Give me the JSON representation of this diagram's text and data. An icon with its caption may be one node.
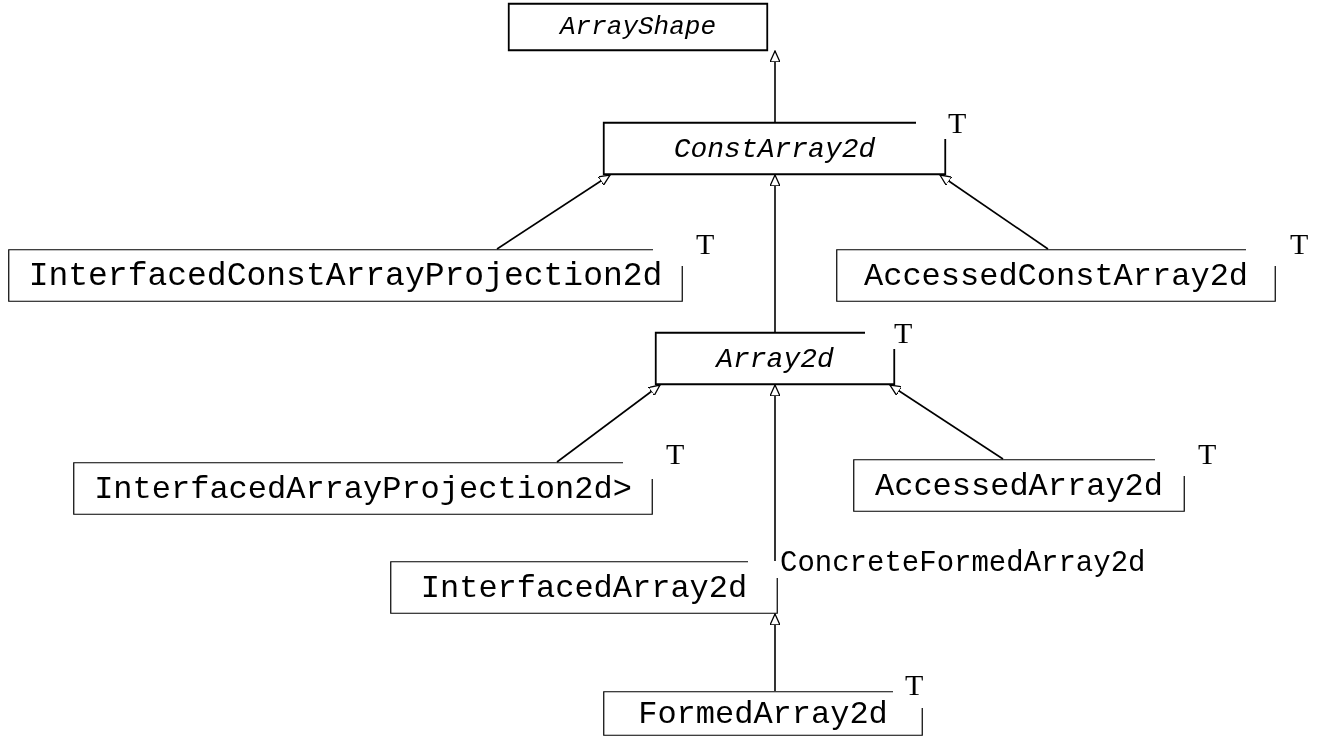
{
  "diagram": {
    "nodes": [
      {
        "text": [
          "ArrayShape"
        ]
      },
      {
        "text": [
          "ConstArray2d"
        ],
        "beside": [
          "T"
        ]
      },
      {
        "text": [
          "InterfacedConstArrayProjection2d"
        ],
        "beside": [
          "T"
        ]
      },
      {
        "text": [
          "AccessedConstArray2d"
        ],
        "beside": [
          "T"
        ]
      },
      {
        "text": [
          "Array2d"
        ],
        "beside": [
          "T"
        ]
      },
      {
        "text": [
          "InterfacedArrayProjection2d>"
        ],
        "beside": [
          "T"
        ]
      },
      {
        "text": [
          "AccessedArray2d"
        ],
        "beside": [
          "T"
        ]
      },
      {
        "text": [
          "InterfacedArray2d"
        ],
        "beside": [
          "ConcreteFormedArray2d"
        ]
      },
      {
        "text": [
          "FormedArray2d"
        ],
        "beside": [
          "T"
        ]
      }
    ],
    "edges": [
      {
        "from": 1,
        "to": 0,
        "arrow": "to"
      },
      {
        "from": 2,
        "to": 1,
        "arrow": "to"
      },
      {
        "from": 3,
        "to": 1,
        "arrow": "to"
      },
      {
        "from": 4,
        "to": 1,
        "arrow": "to"
      },
      {
        "from": 5,
        "to": 4,
        "arrow": "to"
      },
      {
        "from": 6,
        "to": 4,
        "arrow": "to"
      },
      {
        "from": 7,
        "to": 4,
        "arrow": "to"
      },
      {
        "from": 8,
        "to": 7,
        "arrow": "to"
      }
    ]
  }
}
